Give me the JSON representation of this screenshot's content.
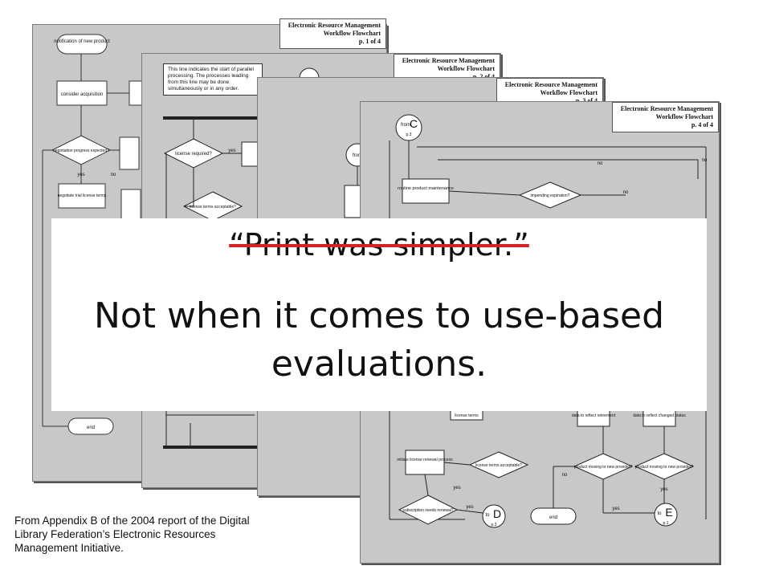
{
  "slide": {
    "quote": "“Print was simpler.”",
    "answer": "Not when it comes to use-based evaluations.",
    "caption": "From Appendix B of the 2004 report of the Digital Library Federation’s Electronic Resources Management Initiative.",
    "strike_color": "#d22222"
  },
  "flowchart_sheets": [
    {
      "title": "Electronic Resource Management",
      "subtitle": "Workflow Flowchart",
      "page": "p. 1 of 4",
      "nodes": [
        "notification of new product",
        "consider acquisition",
        "negotiation progress expected?",
        "yes",
        "no",
        "negotiate trial license terms",
        "end"
      ]
    },
    {
      "title": "Electronic Resource Management",
      "subtitle": "Workflow Flowchart",
      "page": "p. 2 of 4",
      "callout": "This line indicates the start of parallel processing. The processes leading from this line may be done simultaneously or in any order.",
      "nodes": [
        "license required?",
        "yes",
        "license terms acceptable?"
      ]
    },
    {
      "title": "Electronic Resource Management",
      "subtitle": "Workflow Flowchart",
      "page": "p. 3 of 4",
      "nodes": [
        "from"
      ]
    },
    {
      "title": "Electronic Resource Management",
      "subtitle": "Workflow Flowchart",
      "page": "p. 4 of 4",
      "nodes": [
        "from",
        "C",
        "p.3",
        "routine product maintenance",
        "impending expiration?",
        "no",
        "no",
        "no",
        "initiate license renewal process",
        "license terms acceptable?",
        "yes",
        "subscription needs renewal?",
        "yes",
        "to",
        "D",
        "p.3",
        "end",
        "product moving to new provider?",
        "no",
        "yes",
        "to",
        "E",
        "p.1",
        "product moving to new provider?",
        "yes",
        "data to reflect retirement",
        "data to reflect changed status",
        "license terms"
      ]
    }
  ]
}
